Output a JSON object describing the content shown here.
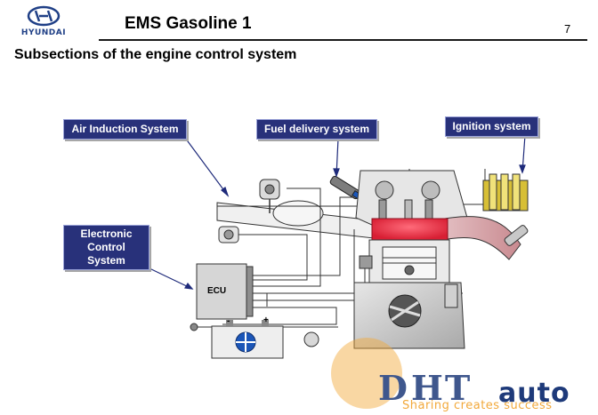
{
  "header": {
    "brand": "HYUNDAI",
    "title": "EMS Gasoline 1",
    "page_number": "7"
  },
  "subtitle": "Subsections of the engine control system",
  "labels": {
    "air_induction": "Air Induction System",
    "fuel_delivery": "Fuel delivery system",
    "ignition": "Ignition system",
    "ecu_system_line1": "Electronic",
    "ecu_system_line2": "Control",
    "ecu_system_line3": "System"
  },
  "diagram_text": {
    "ecu": "ECU",
    "battery_minus": "-",
    "battery_plus": "+"
  },
  "watermark": {
    "brand": "auto",
    "tagline": "Sharing creates success"
  },
  "colors": {
    "label_bg": "#28317a",
    "accent_red": "#e0283c",
    "watermark_orange": "#f2a93b"
  }
}
